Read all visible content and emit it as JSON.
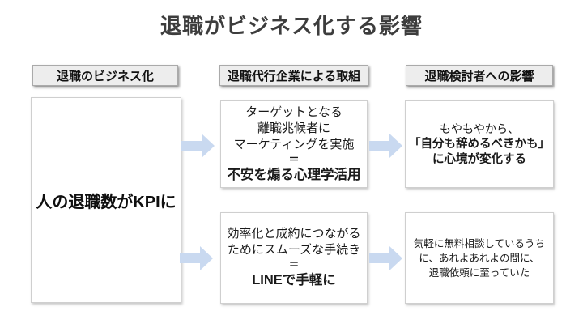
{
  "title": "退職がビジネス化する影響",
  "columns": [
    {
      "header": "退職のビジネス化"
    },
    {
      "header": "退職代行企業による取組"
    },
    {
      "header": "退職検討者への影響"
    }
  ],
  "business_box": {
    "text": "人の退職数がKPIに"
  },
  "actions": {
    "top": {
      "lines": [
        "ターゲットとなる",
        "離職兆候者に",
        "マーケティングを実施"
      ],
      "equals": "＝",
      "emphasis": "不安を煽る心理学活用"
    },
    "bottom": {
      "lines": [
        "効率化と成約につながる",
        "ためにスムーズな手続き"
      ],
      "equals": "＝",
      "emphasis": "LINEで手軽に"
    }
  },
  "effects": {
    "top": {
      "lines": [
        "もやもやから、",
        "「自分も辞めるべきかも」",
        "に心境が変化する"
      ]
    },
    "bottom": {
      "lines": [
        "気軽に無料相談しているうち",
        "に、あれよあれよの間に、",
        "退職依頼に至っていた"
      ]
    }
  },
  "icons": {
    "flow_arrow": "right-block-arrow"
  },
  "colors": {
    "arrow": "#c9d9f0",
    "header_bg": "#ededed",
    "title_text": "#3d3d3d",
    "box_bg": "#ffffff"
  }
}
